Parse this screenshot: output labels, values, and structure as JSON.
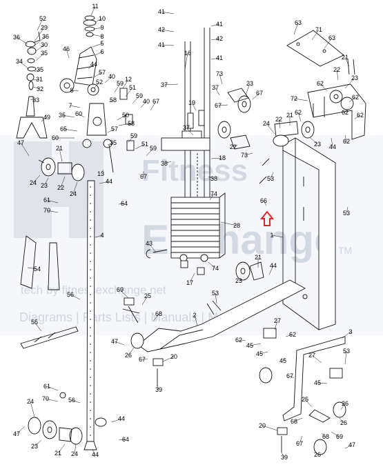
{
  "watermark": {
    "word1": "Fitness",
    "word2": "Exchange",
    "tm": "TM",
    "tagline": "tech by fitnessexchange.net",
    "subline": "Diagrams | Parts Lists | Manuals | More"
  },
  "callouts": [
    {
      "id": "c52a",
      "text": "52"
    },
    {
      "id": "c29",
      "text": "29"
    },
    {
      "id": "c36a",
      "text": "36"
    },
    {
      "id": "c36b",
      "text": "36"
    },
    {
      "id": "c30",
      "text": "30"
    },
    {
      "id": "c35a",
      "text": "35"
    },
    {
      "id": "c34a",
      "text": "34"
    },
    {
      "id": "c35b",
      "text": "35"
    },
    {
      "id": "c31",
      "text": "31"
    },
    {
      "id": "c32",
      "text": "32"
    },
    {
      "id": "c33",
      "text": "33"
    },
    {
      "id": "c49",
      "text": "49"
    },
    {
      "id": "c11",
      "text": "11"
    },
    {
      "id": "c10",
      "text": "10"
    },
    {
      "id": "c9",
      "text": "9"
    },
    {
      "id": "c8a",
      "text": "8"
    },
    {
      "id": "c5",
      "text": "5"
    },
    {
      "id": "c6",
      "text": "6"
    },
    {
      "id": "c46",
      "text": "46"
    },
    {
      "id": "c44a",
      "text": "44"
    },
    {
      "id": "c57a",
      "text": "57"
    },
    {
      "id": "c40a",
      "text": "40"
    },
    {
      "id": "c12",
      "text": "12"
    },
    {
      "id": "c8b",
      "text": "8"
    },
    {
      "id": "c52b",
      "text": "52"
    },
    {
      "id": "c59a",
      "text": "59"
    },
    {
      "id": "c51a",
      "text": "51"
    },
    {
      "id": "c58a",
      "text": "58"
    },
    {
      "id": "c59b",
      "text": "59"
    },
    {
      "id": "c40b",
      "text": "40"
    },
    {
      "id": "c67a",
      "text": "67"
    },
    {
      "id": "c7",
      "text": "7"
    },
    {
      "id": "c35c",
      "text": "35"
    },
    {
      "id": "c60a",
      "text": "60"
    },
    {
      "id": "c50",
      "text": "50"
    },
    {
      "id": "c58b",
      "text": "58"
    },
    {
      "id": "c57b",
      "text": "57"
    },
    {
      "id": "c65",
      "text": "65"
    },
    {
      "id": "c60b",
      "text": "60"
    },
    {
      "id": "c59c",
      "text": "59"
    },
    {
      "id": "c35d",
      "text": "35"
    },
    {
      "id": "c51b",
      "text": "51"
    },
    {
      "id": "c59d",
      "text": "59"
    },
    {
      "id": "c67b",
      "text": "67"
    },
    {
      "id": "c47a",
      "text": "47"
    },
    {
      "id": "c21a",
      "text": "21"
    },
    {
      "id": "c24a",
      "text": "24"
    },
    {
      "id": "c23a",
      "text": "23"
    },
    {
      "id": "c22a",
      "text": "22"
    },
    {
      "id": "c24b",
      "text": "24"
    },
    {
      "id": "c13",
      "text": "13"
    },
    {
      "id": "c44b",
      "text": "44"
    },
    {
      "id": "c61a",
      "text": "61"
    },
    {
      "id": "c70a",
      "text": "70"
    },
    {
      "id": "c64a",
      "text": "64"
    },
    {
      "id": "c4",
      "text": "4"
    },
    {
      "id": "c54",
      "text": "54"
    },
    {
      "id": "c56a",
      "text": "56"
    },
    {
      "id": "c55",
      "text": "55"
    },
    {
      "id": "c41a",
      "text": "41"
    },
    {
      "id": "c42a",
      "text": "42"
    },
    {
      "id": "c41b",
      "text": "41"
    },
    {
      "id": "c41c",
      "text": "41"
    },
    {
      "id": "c42b",
      "text": "42"
    },
    {
      "id": "c41d",
      "text": "41"
    },
    {
      "id": "c16",
      "text": "16"
    },
    {
      "id": "c37a",
      "text": "37"
    },
    {
      "id": "c73a",
      "text": "73"
    },
    {
      "id": "c37b",
      "text": "37"
    },
    {
      "id": "c23b",
      "text": "23"
    },
    {
      "id": "c67c",
      "text": "67"
    },
    {
      "id": "c67d",
      "text": "67"
    },
    {
      "id": "c19",
      "text": "19"
    },
    {
      "id": "c37c",
      "text": "37"
    },
    {
      "id": "c38a",
      "text": "38"
    },
    {
      "id": "c18",
      "text": "18"
    },
    {
      "id": "c38b",
      "text": "38"
    },
    {
      "id": "c22b",
      "text": "22"
    },
    {
      "id": "c73b",
      "text": "73"
    },
    {
      "id": "c74a",
      "text": "74"
    },
    {
      "id": "c28",
      "text": "28"
    },
    {
      "id": "c74b",
      "text": "74"
    },
    {
      "id": "c43",
      "text": "43"
    },
    {
      "id": "c17",
      "text": "17"
    },
    {
      "id": "c63a",
      "text": "63"
    },
    {
      "id": "c71",
      "text": "71"
    },
    {
      "id": "c63b",
      "text": "63"
    },
    {
      "id": "c21b",
      "text": "21"
    },
    {
      "id": "c22c",
      "text": "22"
    },
    {
      "id": "c62a",
      "text": "62"
    },
    {
      "id": "c23c",
      "text": "23"
    },
    {
      "id": "c62b",
      "text": "62"
    },
    {
      "id": "c72",
      "text": "72"
    },
    {
      "id": "c62c",
      "text": "62"
    },
    {
      "id": "c62d",
      "text": "62"
    },
    {
      "id": "c24c",
      "text": "24"
    },
    {
      "id": "c22d",
      "text": "22"
    },
    {
      "id": "c21c",
      "text": "21"
    },
    {
      "id": "c62e",
      "text": "62"
    },
    {
      "id": "c23d",
      "text": "23"
    },
    {
      "id": "c44c",
      "text": "44"
    },
    {
      "id": "c62f",
      "text": "62"
    },
    {
      "id": "c53a",
      "text": "53"
    },
    {
      "id": "c66",
      "text": "66"
    },
    {
      "id": "c53b",
      "text": "53"
    },
    {
      "id": "c1",
      "text": "1"
    },
    {
      "id": "c21d",
      "text": "21"
    },
    {
      "id": "c44d",
      "text": "44"
    },
    {
      "id": "c23e",
      "text": "23"
    },
    {
      "id": "c53c",
      "text": "53"
    },
    {
      "id": "c69a",
      "text": "69"
    },
    {
      "id": "c25a",
      "text": "25"
    },
    {
      "id": "c68a",
      "text": "68"
    },
    {
      "id": "c2",
      "text": "2"
    },
    {
      "id": "c47b",
      "text": "47"
    },
    {
      "id": "c26a",
      "text": "26"
    },
    {
      "id": "c67e",
      "text": "67"
    },
    {
      "id": "c20a",
      "text": "20"
    },
    {
      "id": "c39a",
      "text": "39"
    },
    {
      "id": "c27a",
      "text": "27"
    },
    {
      "id": "c62g",
      "text": "62"
    },
    {
      "id": "c45a",
      "text": "45"
    },
    {
      "id": "c45b",
      "text": "45"
    },
    {
      "id": "c62h",
      "text": "62"
    },
    {
      "id": "c3",
      "text": "3"
    },
    {
      "id": "c27b",
      "text": "27"
    },
    {
      "id": "c53d",
      "text": "53"
    },
    {
      "id": "c67f",
      "text": "67"
    },
    {
      "id": "c45c",
      "text": "45"
    },
    {
      "id": "c45d",
      "text": "45"
    },
    {
      "id": "c25b",
      "text": "25"
    },
    {
      "id": "c26b",
      "text": "26"
    },
    {
      "id": "c26c",
      "text": "26"
    },
    {
      "id": "c68b",
      "text": "68"
    },
    {
      "id": "c68c",
      "text": "68"
    },
    {
      "id": "c69b",
      "text": "69"
    },
    {
      "id": "c20b",
      "text": "20"
    },
    {
      "id": "c67g",
      "text": "67"
    },
    {
      "id": "c26d",
      "text": "26"
    },
    {
      "id": "c39b",
      "text": "39"
    },
    {
      "id": "c47c",
      "text": "47"
    },
    {
      "id": "c61b",
      "text": "61"
    },
    {
      "id": "c70b",
      "text": "70"
    },
    {
      "id": "c56b",
      "text": "56"
    },
    {
      "id": "c24d",
      "text": "24"
    },
    {
      "id": "c47d",
      "text": "47"
    },
    {
      "id": "c44e",
      "text": "44"
    },
    {
      "id": "c23f",
      "text": "23"
    },
    {
      "id": "c21e",
      "text": "21"
    },
    {
      "id": "c24e",
      "text": "24"
    },
    {
      "id": "c64b",
      "text": "64"
    },
    {
      "id": "c44f",
      "text": "44"
    }
  ],
  "colors": {
    "ink": "#111111",
    "highlight_arrow": "#e8232a",
    "watermark": "#b7c1cf"
  }
}
